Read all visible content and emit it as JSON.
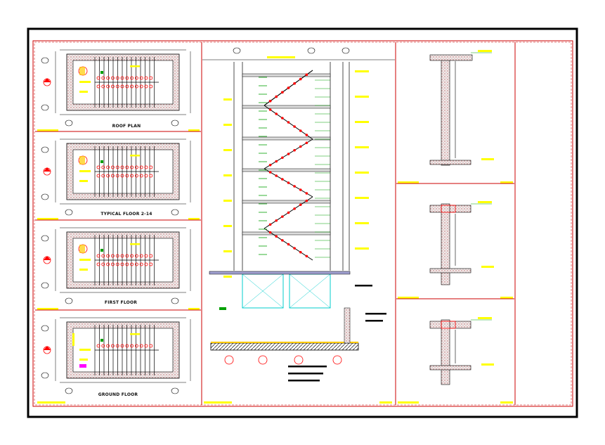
{
  "sheet": {
    "panels": [
      {
        "key": "roof",
        "title": "ROOF PLAN"
      },
      {
        "key": "typical",
        "title": "TYPICAL FLOOR 2-14"
      },
      {
        "key": "first",
        "title": "FIRST FLOOR"
      },
      {
        "key": "ground",
        "title": "GROUND FLOOR"
      }
    ]
  },
  "colors": {
    "background": "#ffffff",
    "frame": "#000000",
    "sheet_border": "#cc0000",
    "annotation": "#ffff00",
    "leader": "#00a000",
    "marker": "#ff0000",
    "hatch": "#b07070",
    "water_tank": "#00cccc",
    "accent": "#ff00ff"
  }
}
